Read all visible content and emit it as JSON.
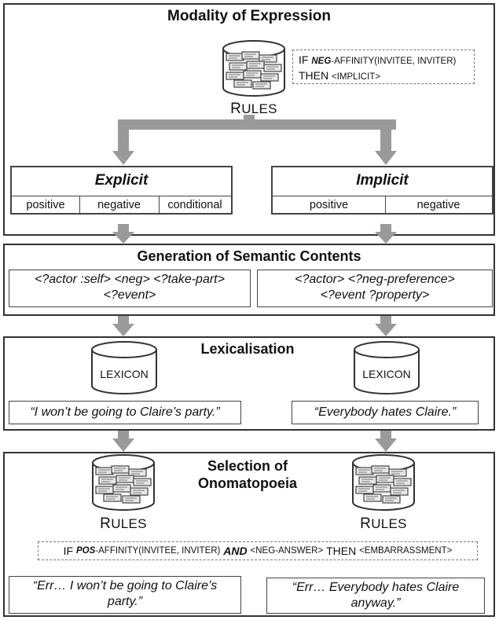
{
  "modality": {
    "title": "Modality of Expression",
    "rules_label_first": "R",
    "rules_label_rest": "ULES",
    "rule": {
      "line1_if": "IF",
      "line1_neg": "NEG",
      "line1_rest": "-AFFINITY(INVITEE, INVITER)",
      "line2_then": "THEN",
      "line2_implicit": "<IMPLICIT>"
    }
  },
  "explicit": {
    "title": "Explicit",
    "cells": [
      "positive",
      "negative",
      "conditional"
    ]
  },
  "implicit": {
    "title": "Implicit",
    "cells": [
      "positive",
      "negative"
    ]
  },
  "semantic": {
    "title": "Generation of Semantic Contents",
    "left_line1": "<?actor :self> <neg> <?take-part>",
    "left_line2": "<?event>",
    "right_line1": "<?actor> <?neg-preference>",
    "right_line2": "<?event ?property>"
  },
  "lexicalisation": {
    "title": "Lexicalisation",
    "lexicon_left": "LEXICON",
    "lexicon_right": "LEXICON",
    "left_text": "“I won’t be going to Claire’s party.”",
    "right_text": "“Everybody hates Claire.”"
  },
  "onomatopoeia": {
    "title_line1": "Selection of",
    "title_line2": "Onomatopoeia",
    "rules_left_first": "R",
    "rules_left_rest": "ULES",
    "rules_right_first": "R",
    "rules_right_rest": "ULES",
    "rule": {
      "if": "IF",
      "pos": "POS",
      "affinity": "-AFFINITY(INVITEE, INVITER)",
      "and": "AND",
      "neg_answer": "<NEG-ANSWER>",
      "then": "THEN",
      "embarrassment": "<EMBARRASSMENT>"
    },
    "left_line1": "“Err… I won’t be going to Claire’s",
    "left_line2": "party.”",
    "right_line1": "“Err… Everybody hates Claire",
    "right_line2": "anyway.”"
  },
  "colors": {
    "arrow": "#9a9a9a",
    "border": "#333333",
    "dashed": "#777777"
  }
}
